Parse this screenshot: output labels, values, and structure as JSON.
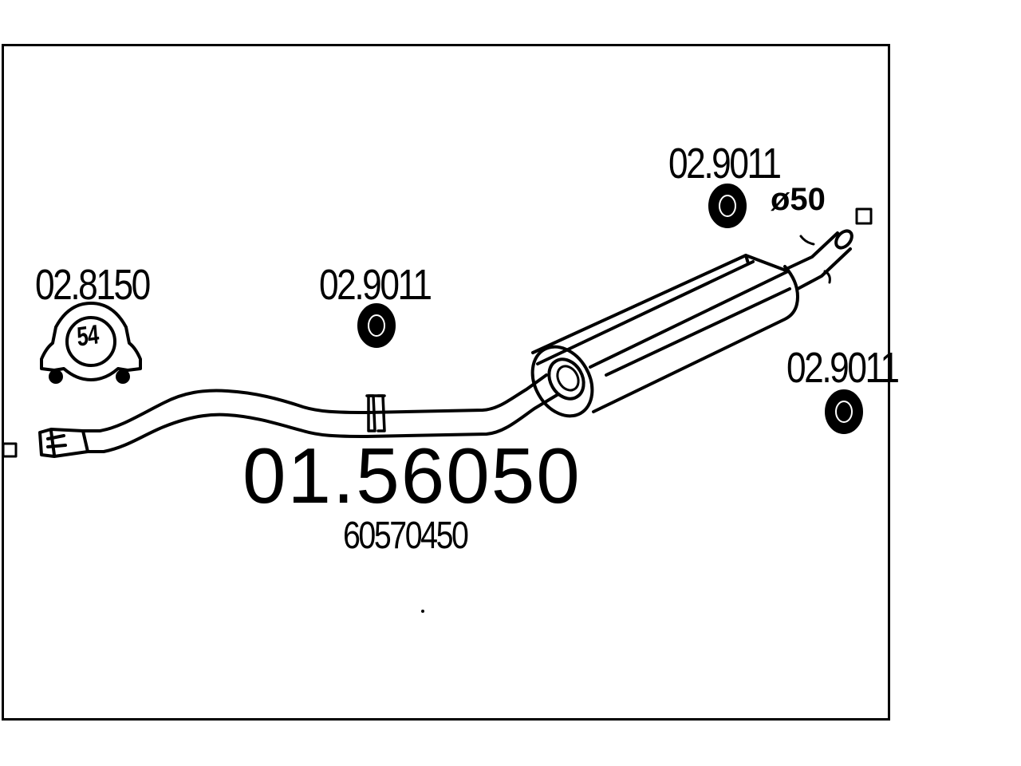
{
  "diagram": {
    "part_number": "01.56050",
    "oem_number": "60570450",
    "components": {
      "clamp": {
        "code": "02.8150",
        "size": "54",
        "icon": "pipe-clamp-icon"
      },
      "rubber_mount_middle": {
        "code": "02.9011",
        "icon": "rubber-mount-icon"
      },
      "rubber_mount_top": {
        "code": "02.9011",
        "icon": "rubber-mount-icon"
      },
      "rubber_mount_right": {
        "code": "02.9011",
        "icon": "rubber-mount-icon"
      }
    },
    "outlet_diameter": "ø50",
    "line_color": "#000000",
    "background_color": "#ffffff"
  }
}
